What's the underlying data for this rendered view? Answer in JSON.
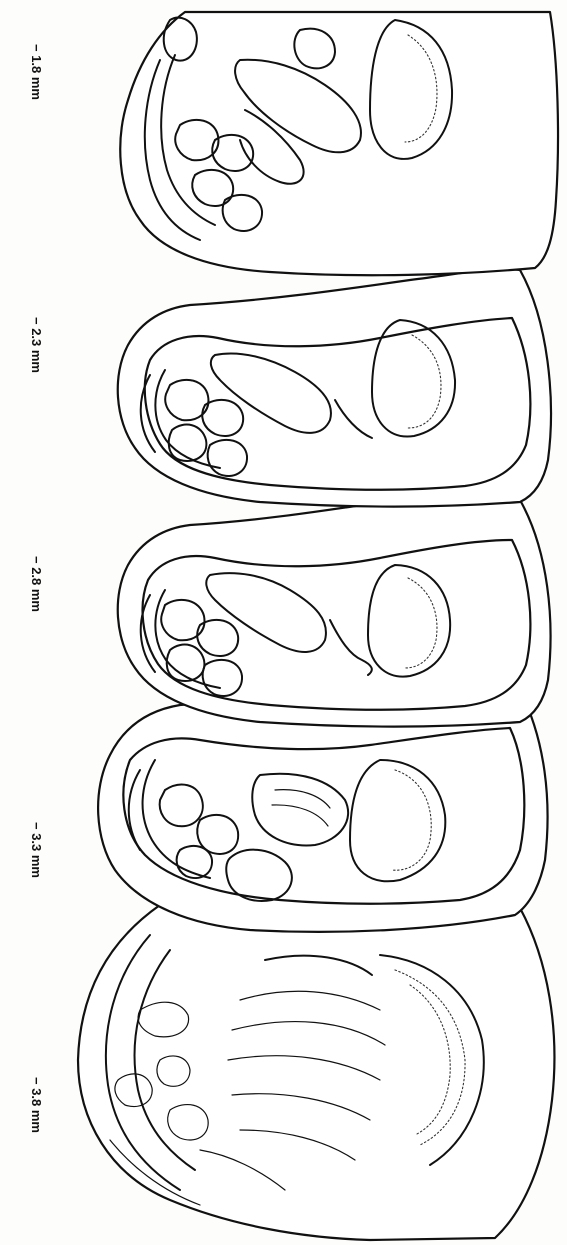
{
  "figure": {
    "sections": [
      {
        "label": "− 1.8  mm"
      },
      {
        "label": "− 2.3   mm"
      },
      {
        "label": "− 2.8   mm"
      },
      {
        "label": "− 3.3   mm"
      },
      {
        "label": "− 3.8    mm"
      }
    ],
    "line_color": "#111111",
    "background": "#fdfdfb"
  }
}
